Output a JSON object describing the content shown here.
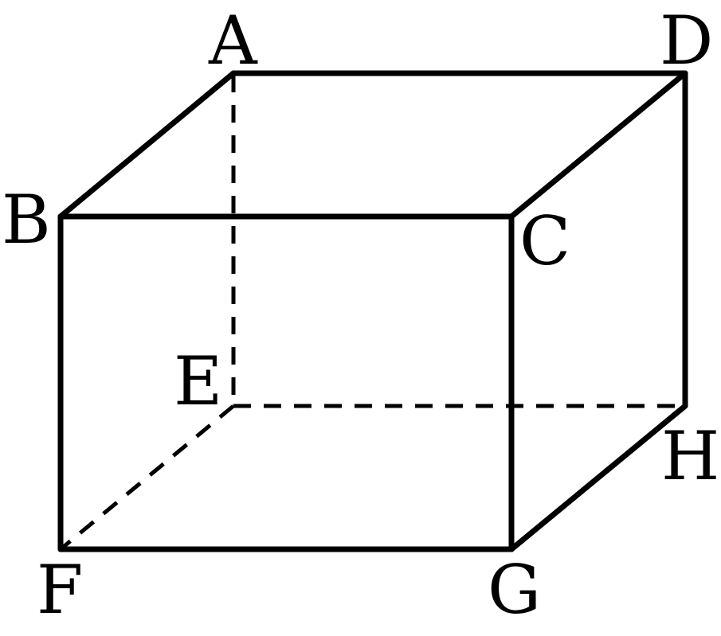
{
  "figure": {
    "type": "cuboid-perspective-drawing",
    "vertices": {
      "A": "A",
      "B": "B",
      "C": "C",
      "D": "D",
      "E": "E",
      "F": "F",
      "G": "G",
      "H": "H"
    },
    "visible_edges": [
      "AB",
      "AD",
      "BC",
      "CD",
      "BF",
      "CG",
      "DH",
      "FG",
      "GH"
    ],
    "hidden_edges": [
      "AE",
      "EF",
      "EH"
    ],
    "line_color": "#000000",
    "background_color": "#ffffff"
  }
}
